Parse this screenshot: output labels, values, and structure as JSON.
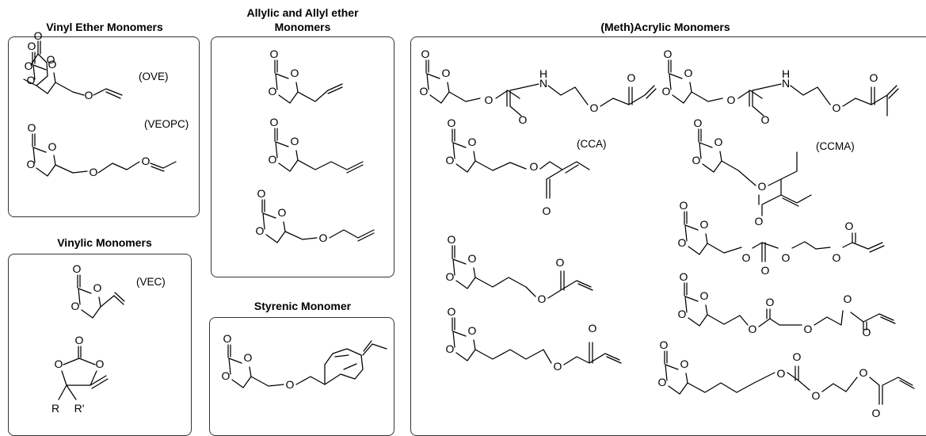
{
  "panels": {
    "vinyl_ether": {
      "title": "Vinyl Ether Monomers",
      "labels": [
        "(OVE)",
        "(VEOPC)"
      ]
    },
    "allylic": {
      "title_line1": "Allylic and Allyl ether",
      "title_line2": "Monomers"
    },
    "vinylic": {
      "title": "Vinylic Monomers",
      "labels": [
        "(VEC)"
      ]
    },
    "styrenic": {
      "title": "Styrenic Monomer"
    },
    "methacrylic": {
      "title": "(Meth)Acrylic Monomers",
      "labels": [
        "(CCA)",
        "(CCMA)"
      ]
    }
  },
  "atoms": {
    "O": "O",
    "N": "N",
    "H": "H",
    "R": "R",
    "R2": "R'"
  }
}
